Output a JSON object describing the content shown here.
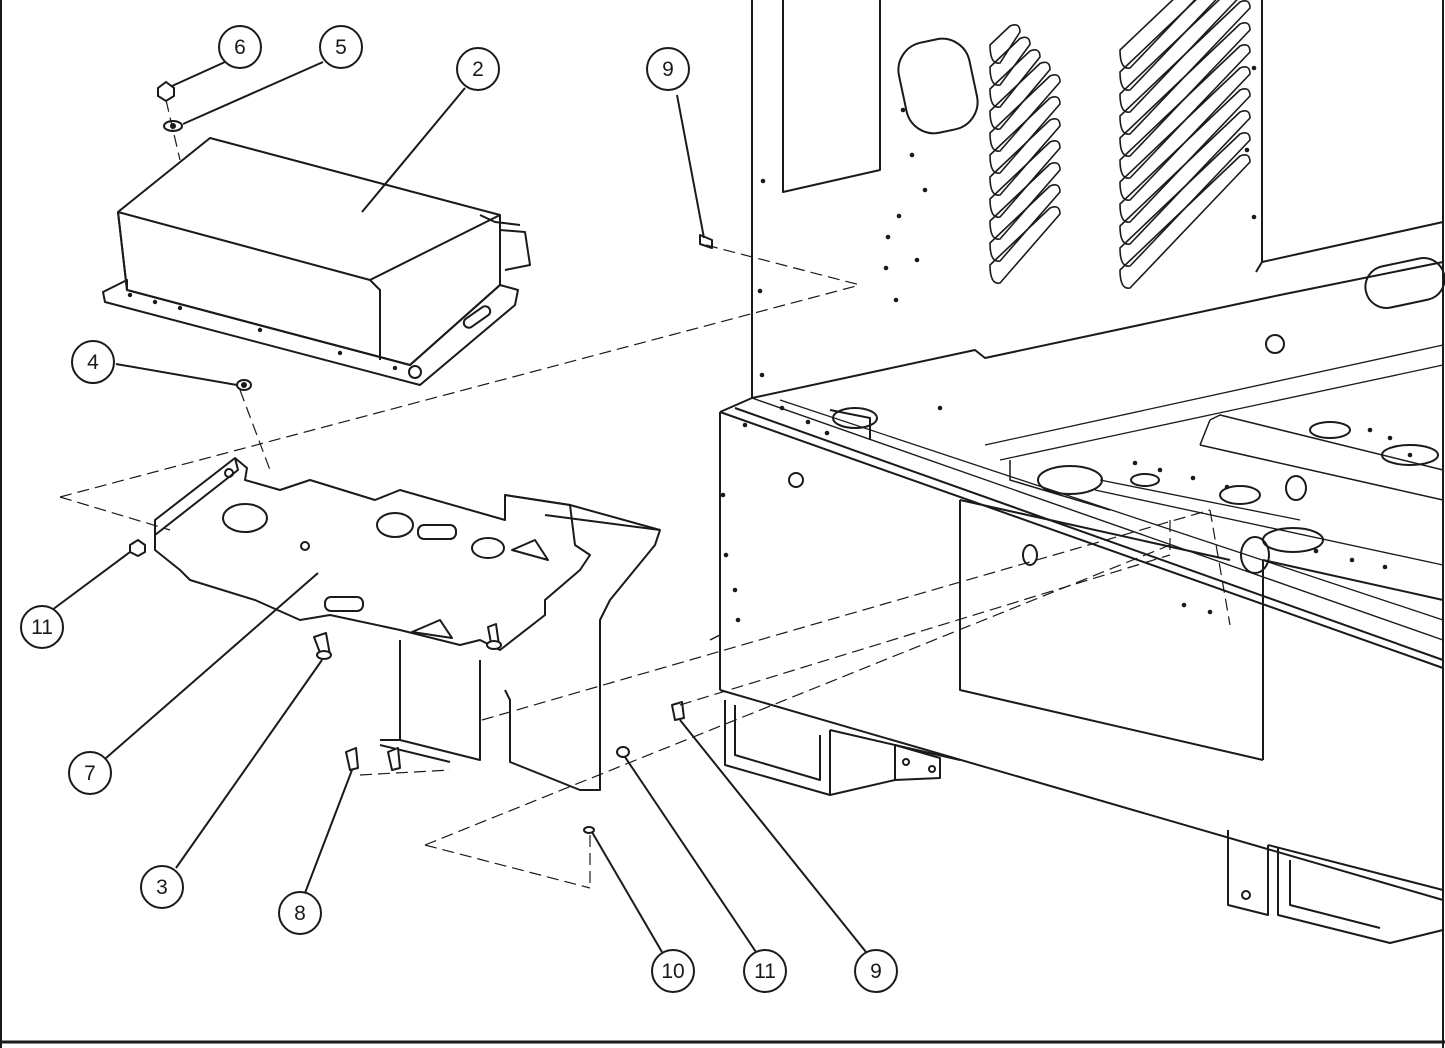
{
  "diagram": {
    "stroke_color": "#1a1a1a",
    "background": "#ffffff",
    "callouts": [
      {
        "id": "c6a",
        "label": "6"
      },
      {
        "id": "c5a",
        "label": "5"
      },
      {
        "id": "c2a",
        "label": "2"
      },
      {
        "id": "c9a",
        "label": "9"
      },
      {
        "id": "c4a",
        "label": "4"
      },
      {
        "id": "c11a",
        "label": "11"
      },
      {
        "id": "c7a",
        "label": "7"
      },
      {
        "id": "c3a",
        "label": "3"
      },
      {
        "id": "c8a",
        "label": "8"
      },
      {
        "id": "c10a",
        "label": "10"
      },
      {
        "id": "c11b",
        "label": "11"
      },
      {
        "id": "c9b",
        "label": "9"
      }
    ]
  }
}
